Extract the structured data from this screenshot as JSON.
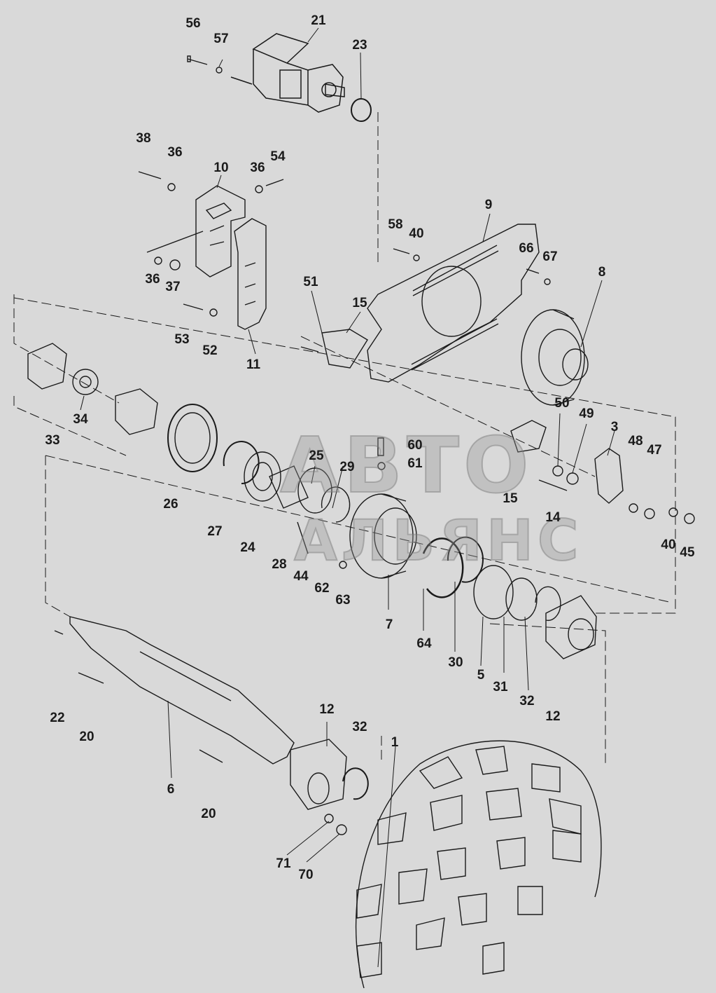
{
  "diagram": {
    "background": "#d9d9d9",
    "line_color": "#1a1a1a",
    "callouts": [
      "56",
      "57",
      "21",
      "23",
      "38",
      "36",
      "10",
      "36",
      "54",
      "9",
      "58",
      "40",
      "66",
      "67",
      "8",
      "36",
      "37",
      "51",
      "15",
      "53",
      "52",
      "11",
      "33",
      "34",
      "50",
      "49",
      "3",
      "48",
      "47",
      "60",
      "61",
      "25",
      "29",
      "15",
      "14",
      "40",
      "45",
      "26",
      "27",
      "24",
      "28",
      "44",
      "62",
      "63",
      "7",
      "64",
      "30",
      "5",
      "31",
      "32",
      "12",
      "22",
      "20",
      "6",
      "12",
      "32",
      "1",
      "20",
      "71",
      "70"
    ]
  },
  "watermark": {
    "line1": "АВТО",
    "line2": "АЛЬЯНС"
  }
}
